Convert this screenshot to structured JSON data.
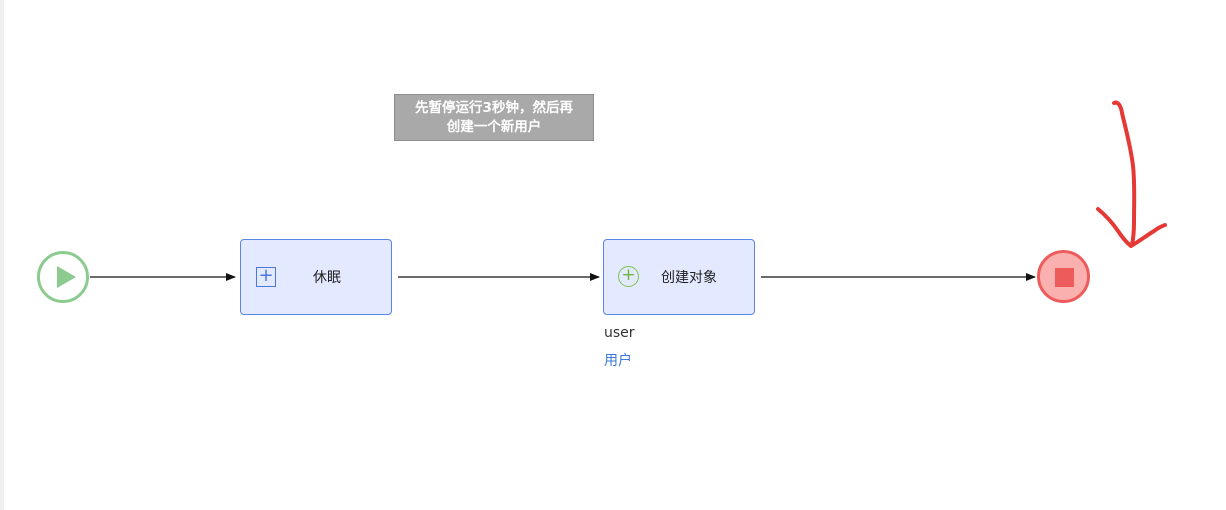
{
  "note": {
    "line1": "先暂停运行3秒钟，然后再",
    "line2": "创建一个新用户"
  },
  "start_event": {
    "icon": "play-icon",
    "color": "#8ccb8f"
  },
  "tasks": [
    {
      "label": "休眠",
      "icon": "subprocess-expand-icon",
      "icon_glyph": "+"
    },
    {
      "label": "创建对象",
      "icon": "add-circle-icon",
      "icon_glyph": "+",
      "params": {
        "key": "user",
        "value": "用户"
      }
    }
  ],
  "end_event": {
    "icon": "stop-icon",
    "color": "#ee5b5b"
  },
  "colors": {
    "task_fill": "#e3eaff",
    "task_border": "#5b86e5",
    "note_fill": "#a9a9a9",
    "annotation_arrow": "#e53935"
  }
}
